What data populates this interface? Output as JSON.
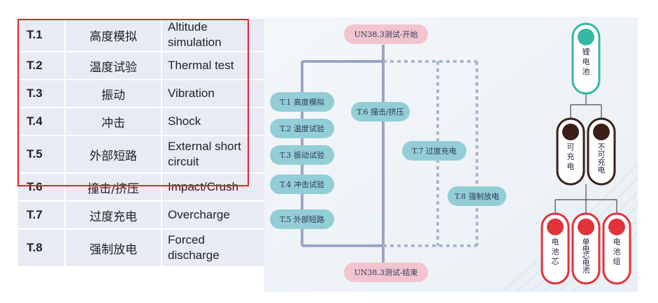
{
  "table": {
    "rows": [
      {
        "code": "T.1",
        "cn": "高度模拟",
        "en": [
          "Altitude",
          "simulation"
        ]
      },
      {
        "code": "T.2",
        "cn": "温度试验",
        "en": [
          "Thermal test"
        ]
      },
      {
        "code": "T.3",
        "cn": "振动",
        "en": [
          "Vibration"
        ]
      },
      {
        "code": "T.4",
        "cn": "冲击",
        "en": [
          "Shock"
        ]
      },
      {
        "code": "T.5",
        "cn": "外部短路",
        "en": [
          "External short",
          "circuit"
        ]
      },
      {
        "code": "T.6",
        "cn": "撞击/挤压",
        "en": [
          "Impact/Crush"
        ]
      },
      {
        "code": "T.7",
        "cn": "过度充电",
        "en": [
          "Overcharge"
        ]
      },
      {
        "code": "T.8",
        "cn": "强制放电",
        "en": [
          "Forced",
          "discharge"
        ]
      }
    ],
    "highlight_color": "#e0252b"
  },
  "flow": {
    "start": "UN38.3测试-开始",
    "end": "UN38.3测试-结束",
    "left_steps": [
      "T.1 高度模拟",
      "T.2 温度试验",
      "T.3 振动试验",
      "T.4 冲击试验",
      "T.5 外部短路"
    ],
    "t6": "T.6 撞击/挤压",
    "t7": "T.7 过度充电",
    "t8": "T.8 强制放电",
    "colors": {
      "pink": "#f2c4cf",
      "blue": "#93cdd6",
      "line": "#98a6c2",
      "dotted": "#a9b5cf"
    }
  },
  "tree": {
    "root": "锂电池",
    "level2": [
      "可充电",
      "不可充电"
    ],
    "level3": [
      "电池芯",
      "单电芯电池",
      "电池组"
    ],
    "colors": {
      "teal": "#35b8a4",
      "brown": "#3a2018",
      "red": "#e0333b"
    }
  }
}
